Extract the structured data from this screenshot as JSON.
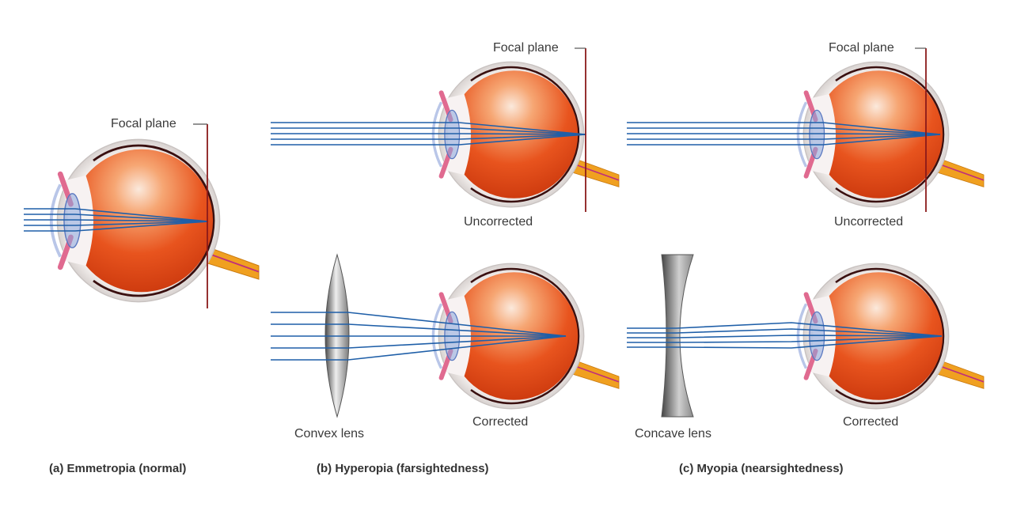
{
  "labels": {
    "focal_plane": "Focal plane",
    "uncorrected": "Uncorrected",
    "corrected": "Corrected",
    "convex_lens": "Convex lens",
    "concave_lens": "Concave lens"
  },
  "captions": {
    "emmetropia": "(a) Emmetropia (normal)",
    "hyperopia": "(b) Hyperopia (farsightedness)",
    "myopia": "(c) Myopia (nearsightedness)"
  },
  "colors": {
    "ray": "#1f5fa8",
    "focal_line": "#8b1a1a",
    "eye_fill": "#e8541e",
    "sclera": "#e8e4e2",
    "optic_nerve": "#f0a020"
  }
}
